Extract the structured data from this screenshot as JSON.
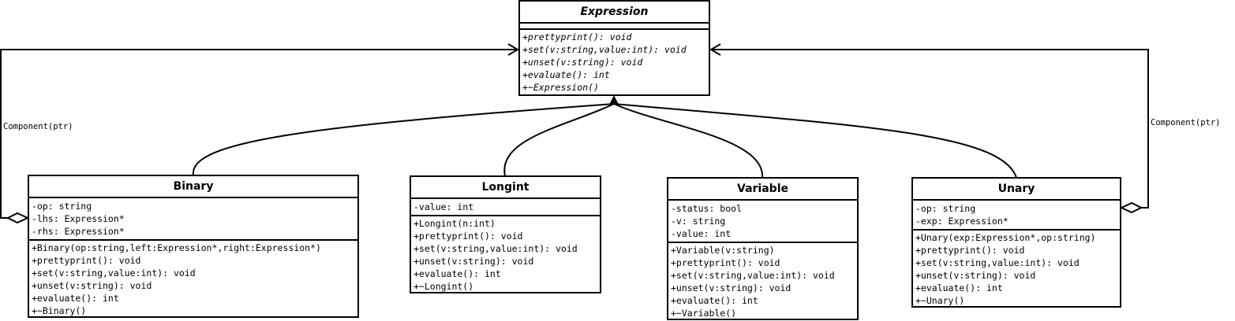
{
  "classes": {
    "expression": {
      "name": "Expression",
      "attributes": [],
      "operations": [
        "+prettyprint(): void",
        "+set(v:string,value:int): void",
        "+unset(v:string): void",
        "+evaluate(): int",
        "+~Expression()"
      ]
    },
    "binary": {
      "name": "Binary",
      "attributes": [
        "-op: string",
        "-lhs: Expression*",
        "-rhs: Expression*"
      ],
      "operations": [
        "+Binary(op:string,left:Expression*,right:Expression*)",
        "+prettyprint(): void",
        "+set(v:string,value:int): void",
        "+unset(v:string): void",
        "+evaluate(): int",
        "+~Binary()"
      ]
    },
    "longint": {
      "name": "Longint",
      "attributes": [
        "-value: int"
      ],
      "operations": [
        "+Longint(n:int)",
        "+prettyprint(): void",
        "+set(v:string,value:int): void",
        "+unset(v:string): void",
        "+evaluate(): int",
        "+~Longint()"
      ]
    },
    "variable": {
      "name": "Variable",
      "attributes": [
        "-status: bool",
        "-v: string",
        "-value: int"
      ],
      "operations": [
        "+Variable(v:string)",
        "+prettyprint(): void",
        "+set(v:string,value:int): void",
        "+unset(v:string): void",
        "+evaluate(): int",
        "+~Variable()"
      ]
    },
    "unary": {
      "name": "Unary",
      "attributes": [
        "-op: string",
        "-exp: Expression*"
      ],
      "operations": [
        "+Unary(exp:Expression*,op:string)",
        "+prettyprint(): void",
        "+set(v:string,value:int): void",
        "+unset(v:string): void",
        "+evaluate(): int",
        "+~Unary()"
      ]
    }
  },
  "labels": {
    "left_component": "Component(ptr)",
    "right_component": "Component(ptr)"
  },
  "colors": {
    "stroke": "#000000",
    "background": "#ffffff"
  }
}
